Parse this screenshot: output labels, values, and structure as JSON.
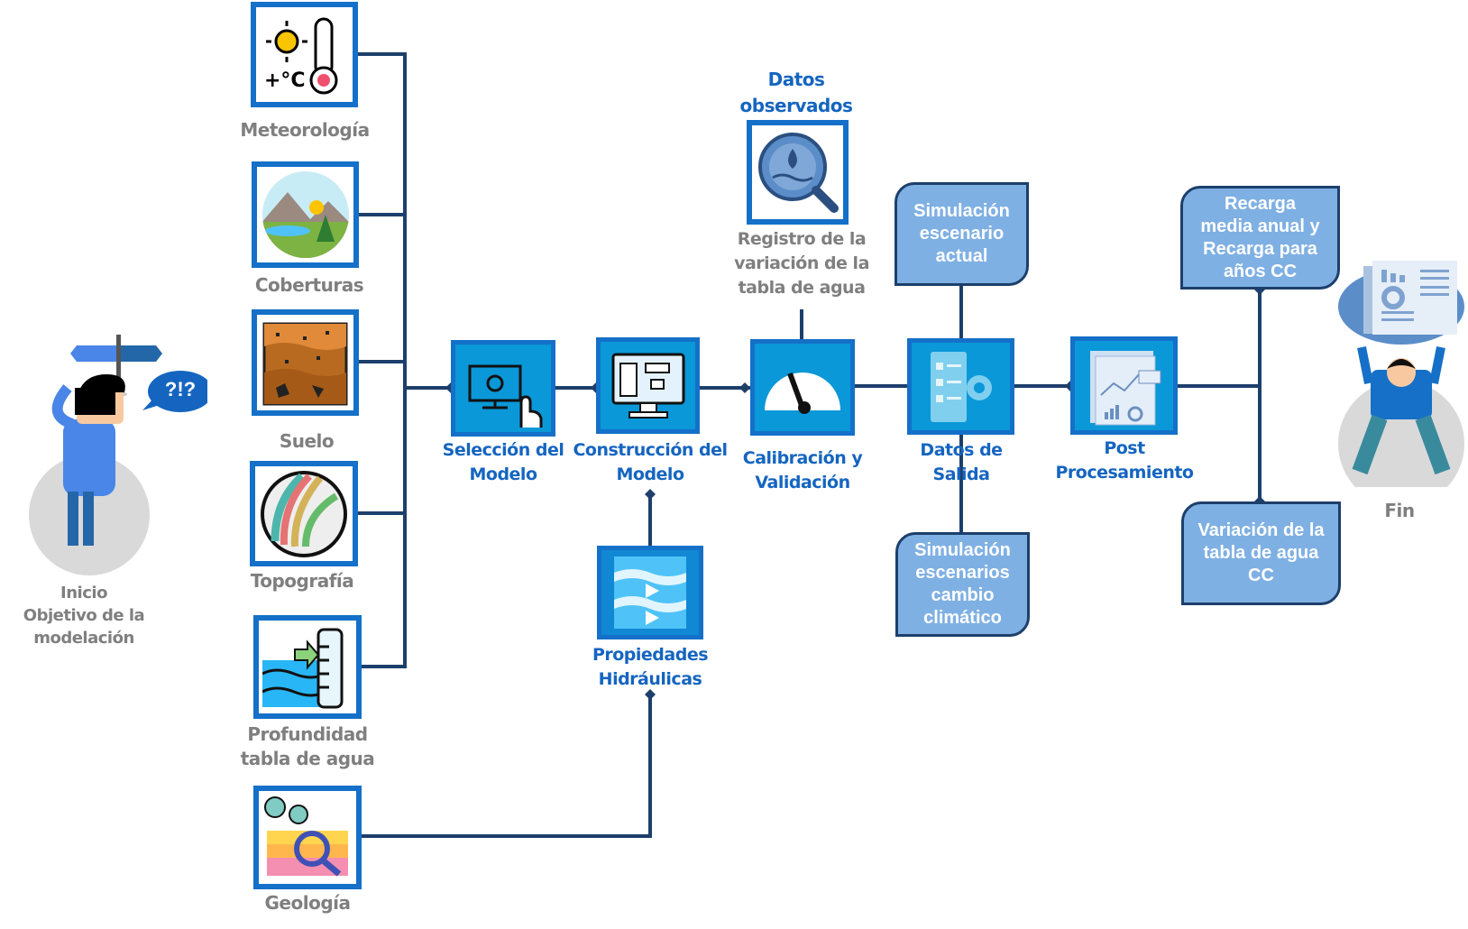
{
  "start": {
    "lines": [
      "Inicio",
      "Objetivo de la",
      "modelación"
    ],
    "bubble": "?!?"
  },
  "inputs": [
    {
      "label": "Meteorología",
      "icon": "weather-thermometer-icon"
    },
    {
      "label": "Coberturas",
      "icon": "landscape-icon"
    },
    {
      "label": "Suelo",
      "icon": "soil-layers-icon"
    },
    {
      "label": "Topografía",
      "icon": "topography-icon"
    },
    {
      "label": "Profundidad tabla de agua",
      "lines": [
        "Profundidad",
        "tabla de agua"
      ],
      "icon": "water-depth-icon"
    },
    {
      "label": "Geología",
      "icon": "geology-icon"
    }
  ],
  "process": [
    {
      "lines": [
        "Selección del",
        "Modelo"
      ],
      "icon": "model-selection-icon"
    },
    {
      "lines": [
        "Construcción del",
        "Modelo"
      ],
      "icon": "model-construction-icon"
    },
    {
      "lines": [
        "Calibración y",
        "Validación"
      ],
      "icon": "gauge-icon"
    },
    {
      "lines": [
        "Datos de",
        "Salida"
      ],
      "icon": "output-data-icon"
    },
    {
      "lines": [
        "Post",
        "Procesamiento"
      ],
      "icon": "report-icon"
    }
  ],
  "observed": {
    "title": [
      "Datos",
      "observados"
    ],
    "lines": [
      "Registro de la",
      "variación de la",
      "tabla de agua"
    ],
    "icon": "water-search-icon"
  },
  "hydraulic": {
    "lines": [
      "Propiedades",
      "Hidráulicas"
    ],
    "icon": "water-flow-icon"
  },
  "outputs": {
    "current": [
      "Simulación",
      "escenario",
      "actual"
    ],
    "climate": [
      "Simulación",
      "escenarios",
      "cambio",
      "climático"
    ],
    "recharge": [
      "Recarga",
      "media anual y",
      "Recarga para",
      "años CC"
    ],
    "variation": [
      "Variación de la",
      "tabla de agua",
      "CC"
    ]
  },
  "end": {
    "label": "Fin"
  },
  "colors": {
    "connector": "#1d3f6b",
    "box_border": "#1470c8",
    "process_fill": "#0a98d8",
    "callout_fill": "#7fb0e3",
    "label_blue": "#1565c0",
    "label_gray": "#7f7f7f"
  }
}
